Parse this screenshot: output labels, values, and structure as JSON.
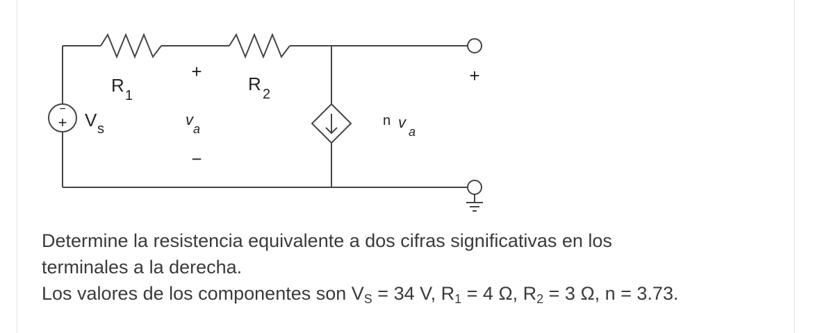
{
  "circuit": {
    "labels": {
      "r1": "R",
      "r1_sub": "1",
      "r2": "R",
      "r2_sub": "2",
      "vs": "V",
      "vs_sub": "s",
      "va": "v",
      "va_sub": "a",
      "nva_n": "n",
      "nva_v": "v",
      "nva_sub": "a",
      "plus": "+",
      "minus": "−",
      "vs_plus": "+",
      "vs_minus": "−"
    }
  },
  "question": {
    "line1": "Determine la resistencia equivalente a dos cifras significativas en los",
    "line2": "terminales a la derecha.",
    "values_prefix": "Los valores de los componentes son V",
    "vs_sub": "S",
    "vs_value": " = 34 V, R",
    "r1_sub": "1",
    "r1_value": " = 4 Ω, R",
    "r2_sub": "2",
    "r2_value": " = 3 Ω, n = 3.73."
  }
}
